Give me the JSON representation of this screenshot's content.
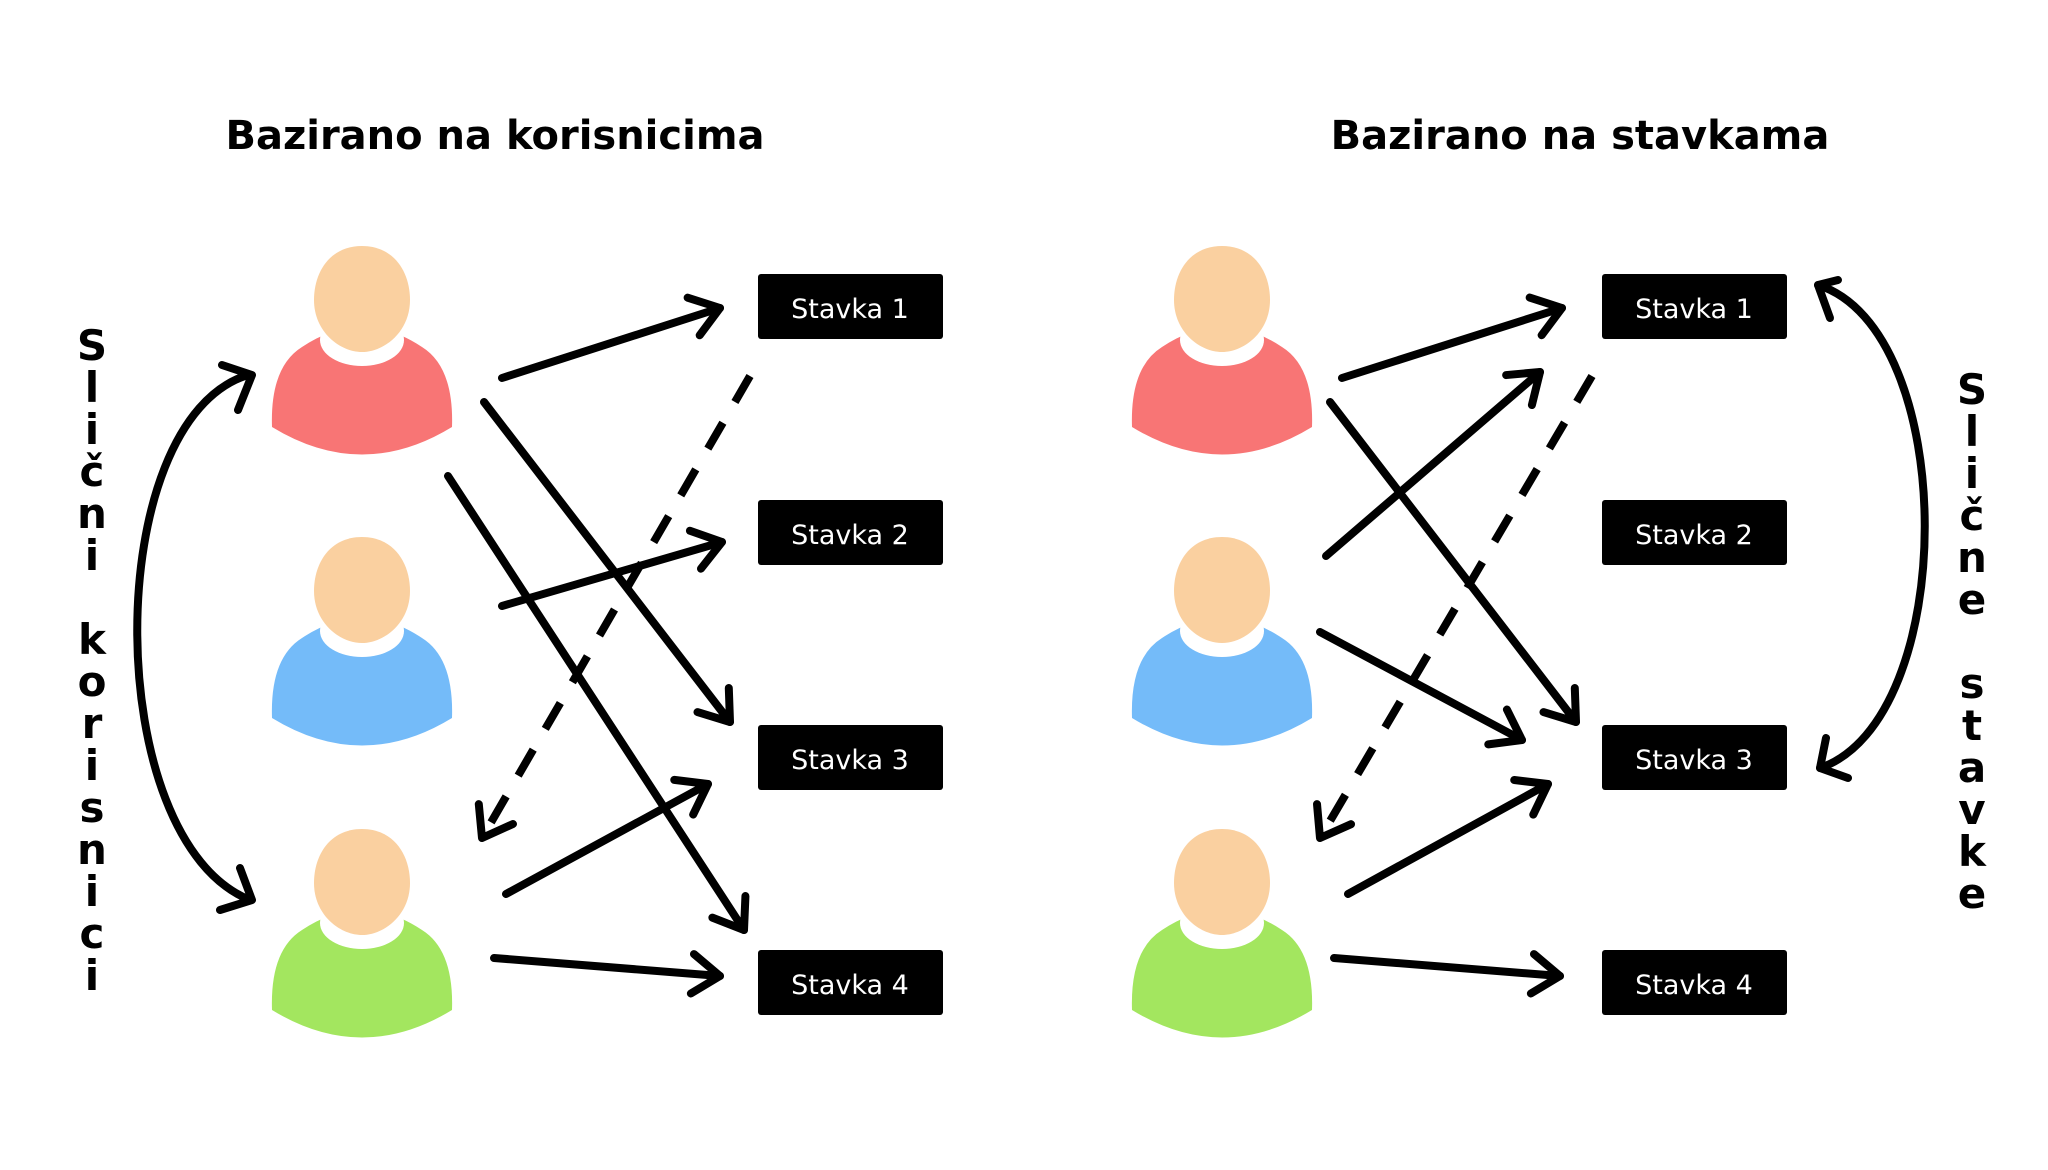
{
  "colors": {
    "skin": "#FAD0A0",
    "user_red": "#F87575",
    "user_blue": "#74BBF9",
    "user_green": "#A3E65F",
    "item_box": "#000000",
    "item_text": "#FFFFFF",
    "arrow": "#000000"
  },
  "icons": {
    "user": "user-icon",
    "double_arrow": "curved-double-arrow-icon"
  },
  "left_panel": {
    "title": "Bazirano na korisnicima",
    "side_label": "Slični korisnici",
    "users": [
      {
        "name": "user-red",
        "color": "user_red"
      },
      {
        "name": "user-blue",
        "color": "user_blue"
      },
      {
        "name": "user-green",
        "color": "user_green"
      }
    ],
    "items": [
      "Stavka 1",
      "Stavka 2",
      "Stavka 3",
      "Stavka 4"
    ],
    "links": [
      {
        "from": "user-red",
        "to": "Stavka 1",
        "style": "solid"
      },
      {
        "from": "user-red",
        "to": "Stavka 3",
        "style": "solid"
      },
      {
        "from": "user-red",
        "to": "Stavka 4",
        "style": "solid"
      },
      {
        "from": "user-blue",
        "to": "Stavka 2",
        "style": "solid"
      },
      {
        "from": "user-green",
        "to": "Stavka 3",
        "style": "solid"
      },
      {
        "from": "user-green",
        "to": "Stavka 4",
        "style": "solid"
      },
      {
        "from": "Stavka 1",
        "to": "user-green",
        "style": "dashed"
      }
    ]
  },
  "right_panel": {
    "title": "Bazirano na stavkama",
    "side_label": "Slične stavke",
    "users": [
      {
        "name": "user-red",
        "color": "user_red"
      },
      {
        "name": "user-blue",
        "color": "user_blue"
      },
      {
        "name": "user-green",
        "color": "user_green"
      }
    ],
    "items": [
      "Stavka 1",
      "Stavka 2",
      "Stavka 3",
      "Stavka 4"
    ],
    "links": [
      {
        "from": "user-red",
        "to": "Stavka 1",
        "style": "solid"
      },
      {
        "from": "user-red",
        "to": "Stavka 3",
        "style": "solid"
      },
      {
        "from": "user-blue",
        "to": "Stavka 1",
        "style": "solid"
      },
      {
        "from": "user-blue",
        "to": "Stavka 3",
        "style": "solid"
      },
      {
        "from": "user-green",
        "to": "Stavka 3",
        "style": "solid"
      },
      {
        "from": "user-green",
        "to": "Stavka 4",
        "style": "solid"
      },
      {
        "from": "Stavka 1",
        "to": "user-green",
        "style": "dashed"
      }
    ]
  }
}
